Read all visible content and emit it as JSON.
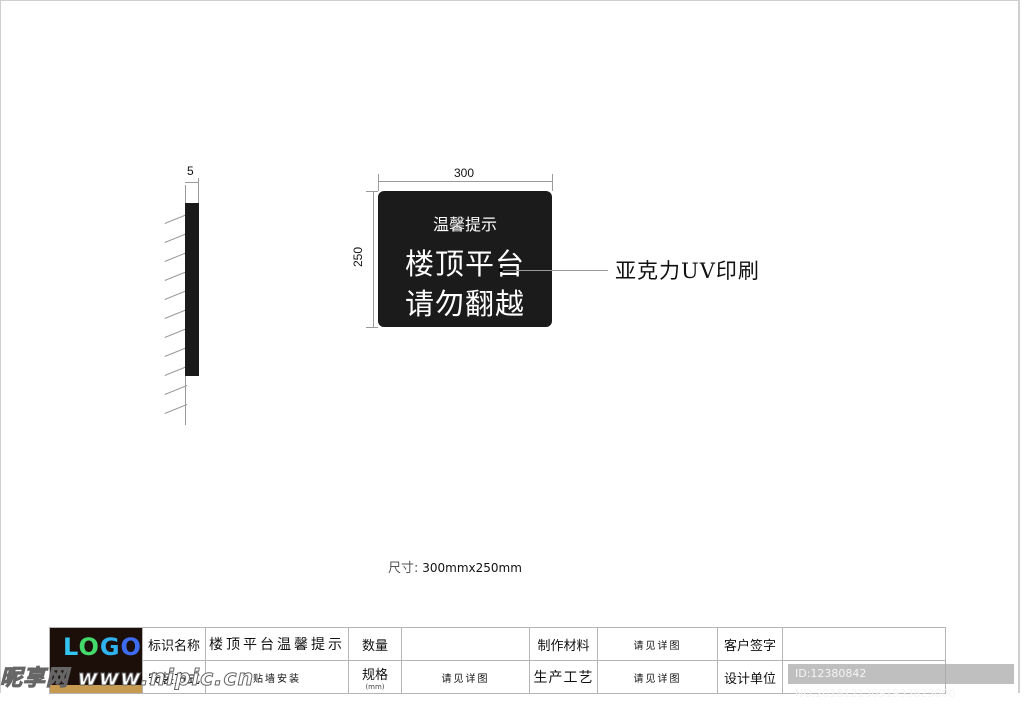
{
  "side_view": {
    "thickness_label": "5"
  },
  "front_view": {
    "width_label": "300",
    "height_label": "250",
    "sign": {
      "line1": "温馨提示",
      "line2": "楼顶平台",
      "line3": "请勿翻越",
      "background": "#1b1b1b",
      "text_color": "#ffffff"
    }
  },
  "callout": {
    "material": "亚克力UV印刷"
  },
  "size_note": {
    "label": "尺寸:",
    "value": "300mmx250mm"
  },
  "info_table": {
    "logo": {
      "letters": [
        "L",
        "O",
        "G",
        "O"
      ],
      "colors": [
        "#33c5ef",
        "#43d96b",
        "#2fb2ee",
        "#3d6cf0"
      ]
    },
    "row1": {
      "name_label": "标识名称",
      "name_value": "楼顶平台温馨提示",
      "qty_label": "数量",
      "qty_value": "",
      "material_label": "制作材料",
      "material_value": "请见详图",
      "client_label": "客户签字",
      "client_value": ""
    },
    "row2": {
      "install_label": "安装方式",
      "install_value": "贴墙安装",
      "spec_label": "规格",
      "spec_unit": "(mm)",
      "spec_value": "请见详图",
      "process_label": "生产工艺",
      "process_value": "请见详图",
      "designer_label": "设计单位",
      "designer_value": ""
    }
  },
  "watermarks": {
    "site": "昵享网 www.nipic.cn",
    "id_text": "ID:12380842 NO:20181213091933823000"
  }
}
